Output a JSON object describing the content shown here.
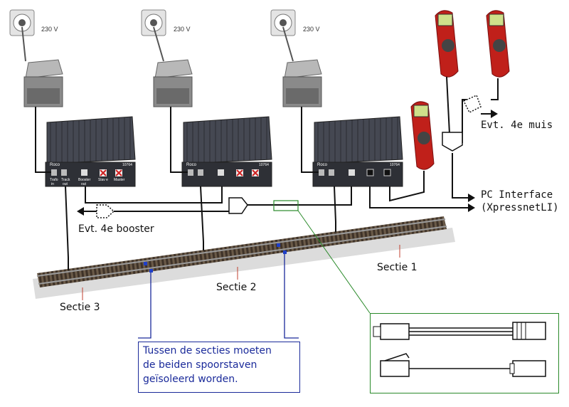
{
  "outlet_voltage": "230 V",
  "brand_label": "Roco",
  "booster_model": "10764",
  "booster_ports": [
    "Trafo",
    "Track",
    "Booster",
    "Slav e",
    "Master"
  ],
  "booster_port_subs": [
    "in",
    "out",
    "out"
  ],
  "labels": {
    "evt_muis": "Evt. 4e muis",
    "pc_interface_line1": "PC Interface",
    "pc_interface_line2": "(XpressnetLI)",
    "evt_booster": "Evt. 4e booster",
    "sectie1": "Sectie 1",
    "sectie2": "Sectie 2",
    "sectie3": "Sectie 3"
  },
  "note": {
    "line1": "Tussen de secties moeten",
    "line2": "de beiden spoorstaven",
    "line3": "geïsoleerd worden."
  },
  "colors": {
    "note_border": "#1a2a9a",
    "inset_border": "#2a8a2a",
    "handset_red": "#c0201a",
    "booster_body": "#3a3d44"
  }
}
